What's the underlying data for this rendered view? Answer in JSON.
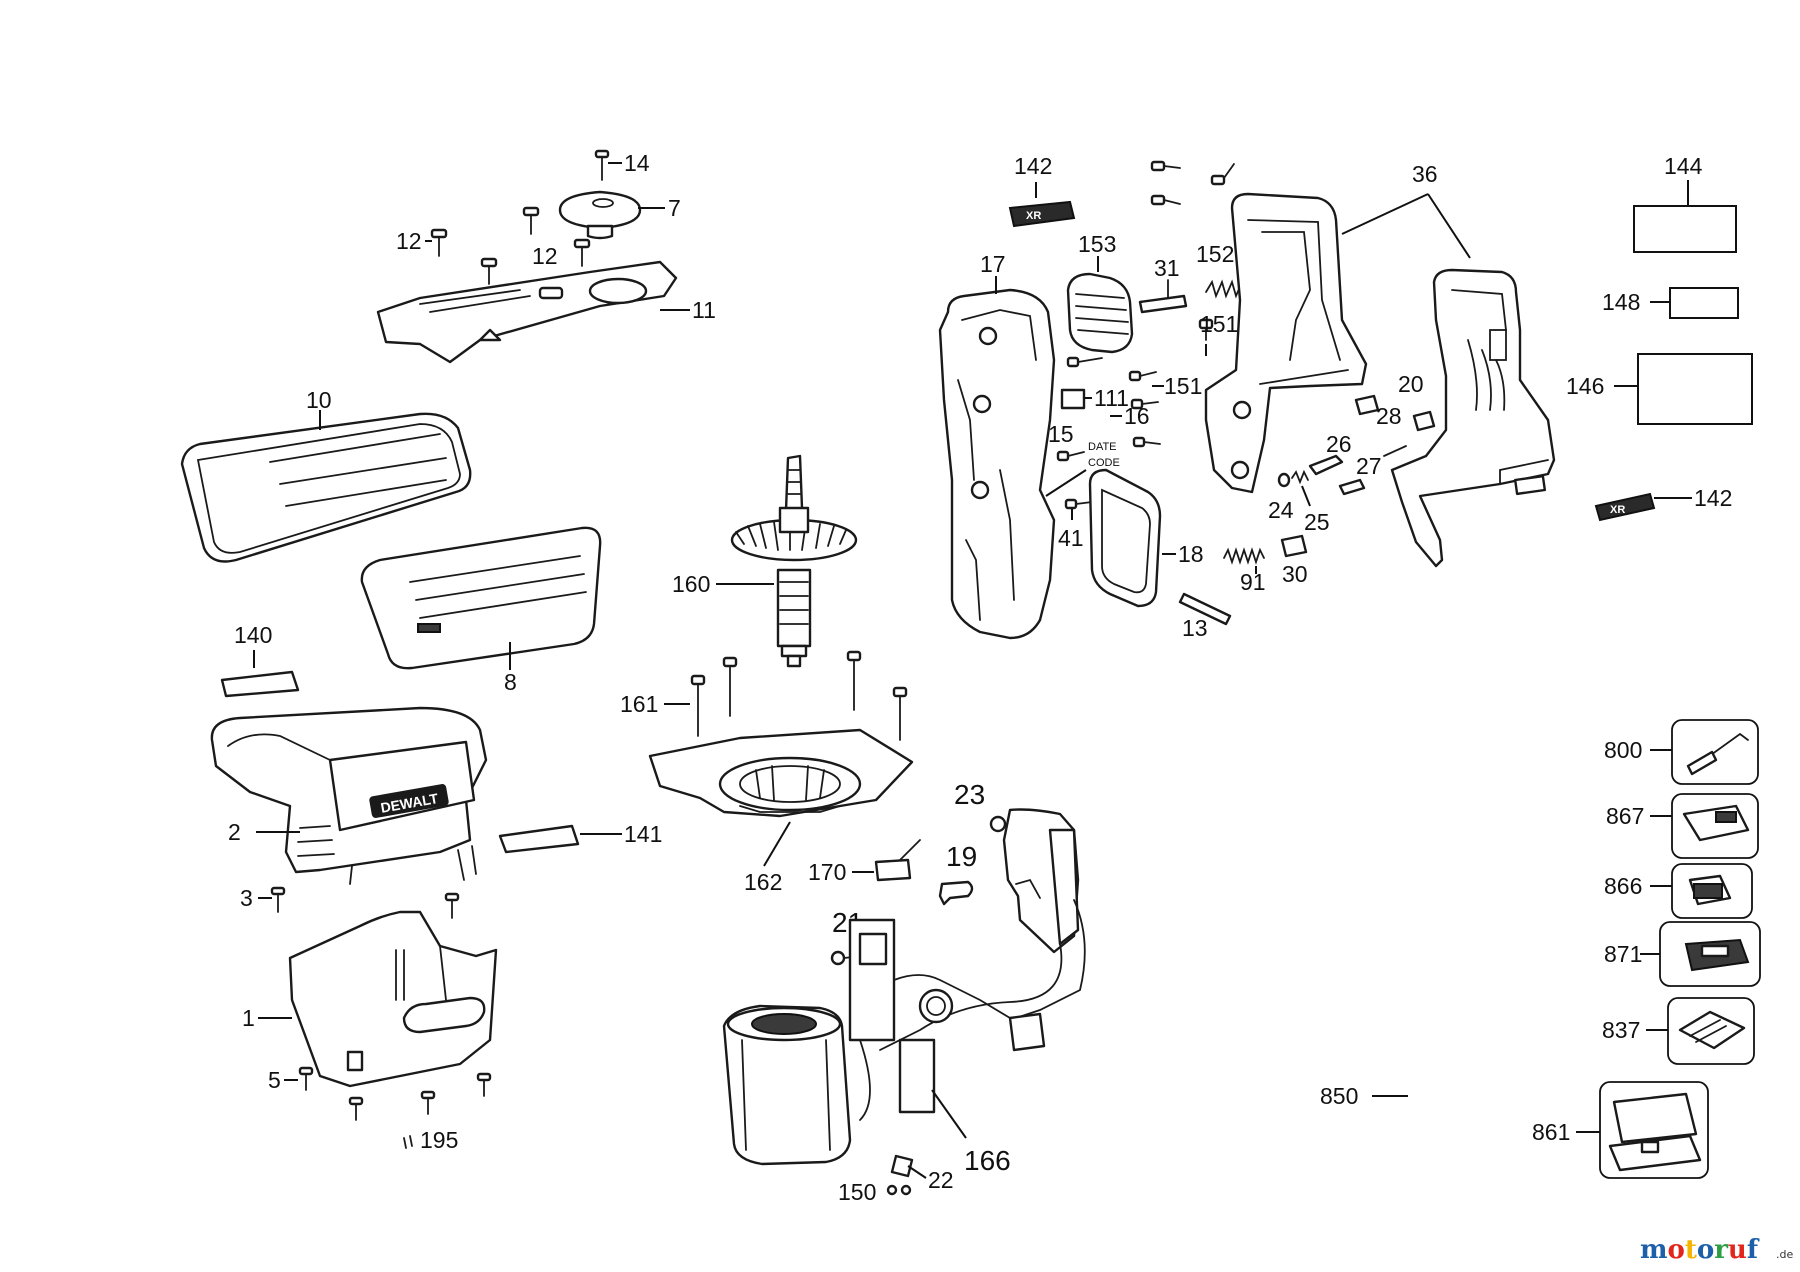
{
  "diagram": {
    "date_code_line1": "DATE",
    "date_code_line2": "CODE",
    "housing_logo": "DEWALT",
    "badge_logo": "XR",
    "labels": {
      "p14": "14",
      "p7": "7",
      "p12a": "12",
      "p12b": "12",
      "p11": "11",
      "p10": "10",
      "p8": "8",
      "p140": "140",
      "p2": "2",
      "p141": "141",
      "p3": "3",
      "p1": "1",
      "p5": "5",
      "p195": "195",
      "p160": "160",
      "p161": "161",
      "p162": "162",
      "p23": "23",
      "p170": "170",
      "p19": "19",
      "p21": "21",
      "p166": "166",
      "p150": "150",
      "p22": "22",
      "p142a": "142",
      "p153": "153",
      "p31": "31",
      "p152": "152",
      "p17": "17",
      "p151a": "151",
      "p151b": "151",
      "p111": "111",
      "p16": "16",
      "p15": "15",
      "p41": "41",
      "p18": "18",
      "p13": "13",
      "p91": "91",
      "p30": "30",
      "p24": "24",
      "p25": "25",
      "p26": "26",
      "p27": "27",
      "p28": "28",
      "p20": "20",
      "p36": "36",
      "p142b": "142",
      "p144": "144",
      "p148": "148",
      "p146": "146",
      "p800": "800",
      "p867": "867",
      "p866": "866",
      "p871": "871",
      "p837": "837",
      "p850": "850",
      "p861": "861"
    }
  },
  "watermark": {
    "letters": [
      "m",
      "o",
      "t",
      "o",
      "r",
      "u",
      "f"
    ],
    "colors": [
      "#1d5fa8",
      "#e1261c",
      "#f4b400",
      "#1d5fa8",
      "#2e9e44",
      "#e1261c",
      "#1d5fa8"
    ],
    "tld": ".de"
  }
}
